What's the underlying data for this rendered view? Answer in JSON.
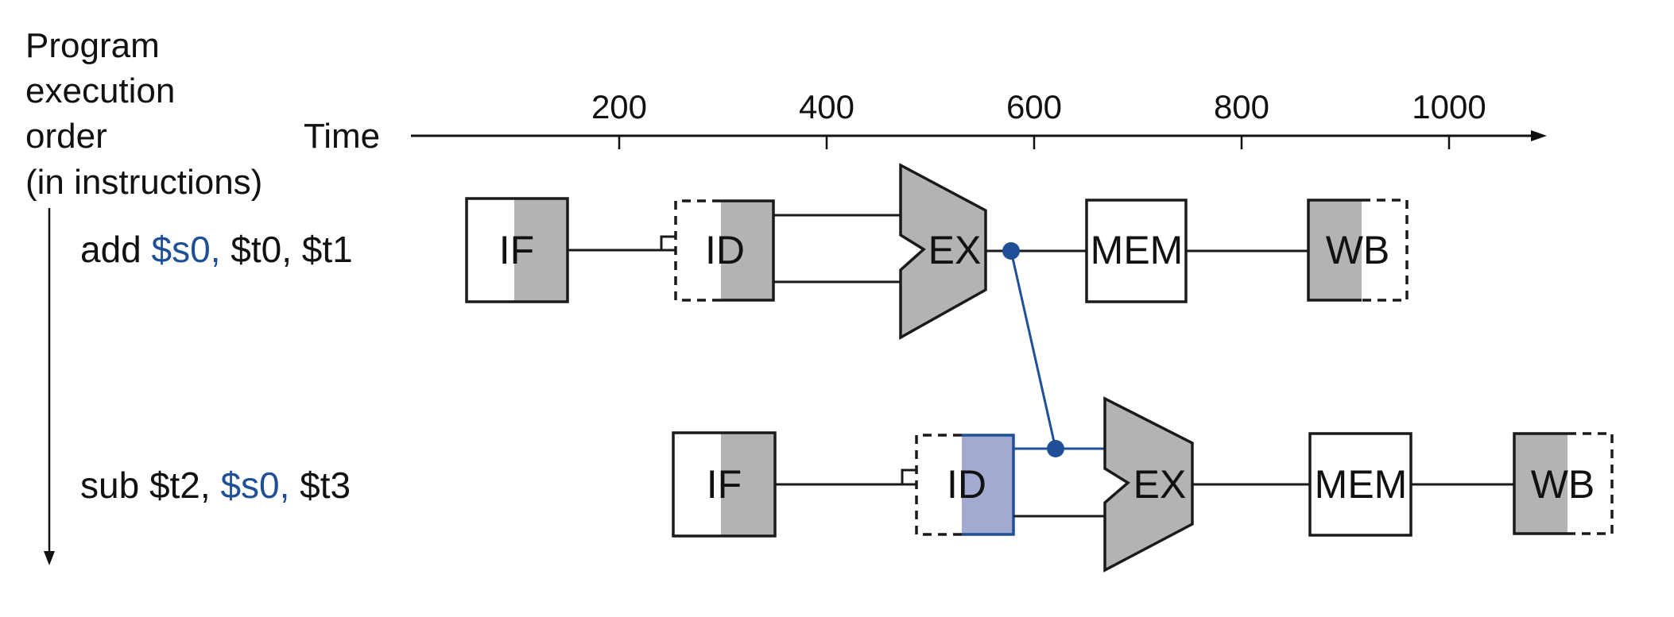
{
  "title_lines": [
    "Program",
    "execution",
    "order",
    "(in instructions)"
  ],
  "time_axis": {
    "label": "Time",
    "ticks": [
      "200",
      "400",
      "600",
      "800",
      "1000"
    ]
  },
  "instructions": [
    {
      "name": "add",
      "parts": [
        {
          "text": "add ",
          "highlight": false
        },
        {
          "text": "$s0,",
          "highlight": true
        },
        {
          "text": " $t0, $t1",
          "highlight": false
        }
      ],
      "stages": [
        "IF",
        "ID",
        "EX",
        "MEM",
        "WB"
      ]
    },
    {
      "name": "sub",
      "parts": [
        {
          "text": "sub $t2, ",
          "highlight": false
        },
        {
          "text": "$s0,",
          "highlight": true
        },
        {
          "text": " $t3",
          "highlight": false
        }
      ],
      "stages": [
        "IF",
        "ID",
        "EX",
        "MEM",
        "WB"
      ]
    }
  ],
  "forwarding": {
    "from": "add EX output",
    "to": "sub EX input (ID stage operand)",
    "description": "Forwarding of $s0 from EX of add to EX of sub"
  },
  "colors": {
    "stage_fill_gray": "#b3b3b6",
    "highlight_blue": "#1f4f96",
    "id_highlight_fill": "#a4a9cf",
    "line": "#1a1a1a"
  }
}
